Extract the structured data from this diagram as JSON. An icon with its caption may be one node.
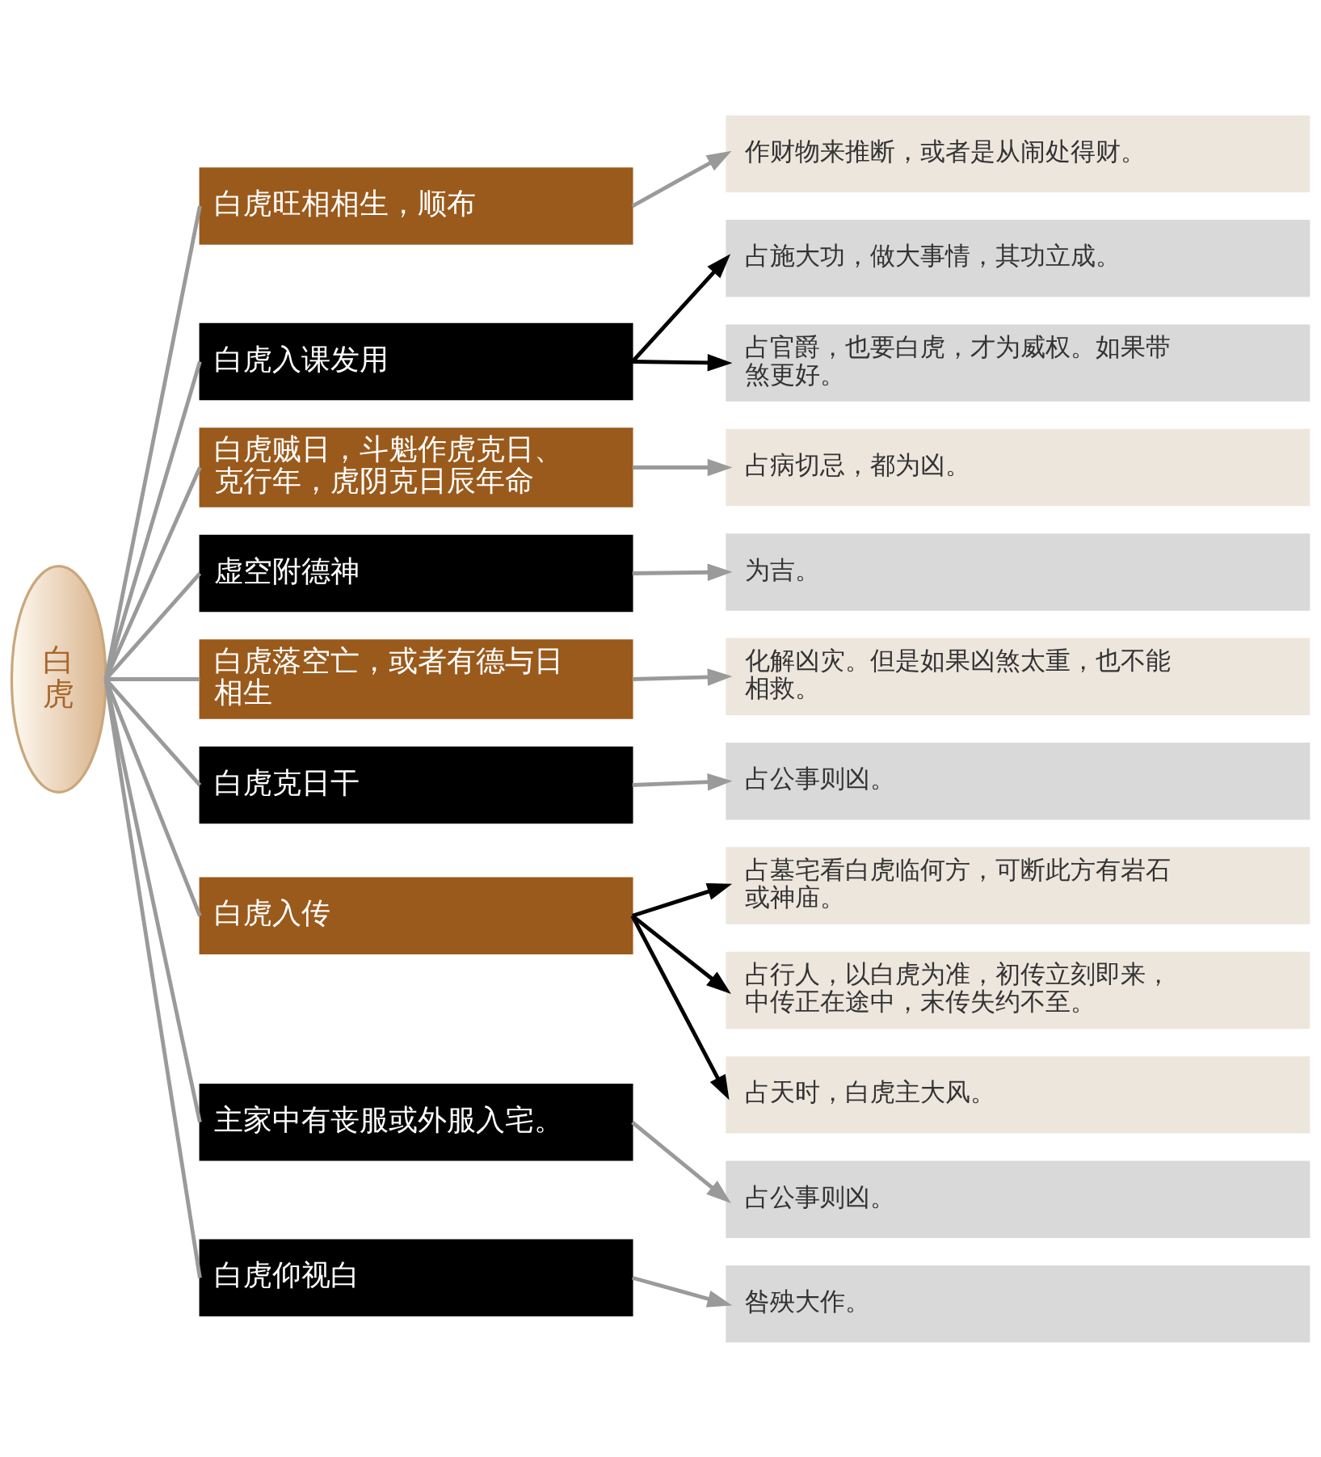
{
  "diagram": {
    "nodes": [
      {
        "text": [
          "白虎"
        ]
      },
      {
        "text": [
          "白虎旺相相生，顺布"
        ]
      },
      {
        "text": [
          "作财物来推断，或者是从闹处得财。"
        ]
      },
      {
        "text": [
          "白虎入课发用"
        ]
      },
      {
        "text": [
          "占施大功，做大事情，其功立成。"
        ]
      },
      {
        "text": [
          "占官爵，也要白虎，才为威权。如果带煞更好。"
        ]
      },
      {
        "text": [
          "白虎贼日，斗魁作虎克日、克行年，虎阴克日辰年命"
        ]
      },
      {
        "text": [
          "占病切忌，都为凶。"
        ]
      },
      {
        "text": [
          "虚空附德神"
        ]
      },
      {
        "text": [
          "为吉。"
        ]
      },
      {
        "text": [
          "白虎落空亡，或者有德与日相生"
        ]
      },
      {
        "text": [
          "化解凶灾。但是如果凶煞太重，也不能相救。"
        ]
      },
      {
        "text": [
          "白虎克日干"
        ]
      },
      {
        "text": [
          "占公事则凶。"
        ]
      },
      {
        "text": [
          "白虎入传"
        ]
      },
      {
        "text": [
          "占墓宅看白虎临何方，可断此方有岩石或神庙。"
        ]
      },
      {
        "text": [
          "占行人，以白虎为准，初传立刻即来，中传正在途中，末传失约不至。"
        ]
      },
      {
        "text": [
          "占天时，白虎主大风。"
        ]
      },
      {
        "text": [
          "主家中有丧服或外服入宅。"
        ]
      },
      {
        "text": [
          "占公事则凶。"
        ]
      },
      {
        "text": [
          "白虎仰视白"
        ]
      },
      {
        "text": [
          "咎殃大作。"
        ]
      }
    ],
    "edges": [
      {
        "from": 0,
        "to": 1,
        "arrow": "none"
      },
      {
        "from": 0,
        "to": 3,
        "arrow": "none"
      },
      {
        "from": 0,
        "to": 6,
        "arrow": "none"
      },
      {
        "from": 0,
        "to": 8,
        "arrow": "none"
      },
      {
        "from": 0,
        "to": 10,
        "arrow": "none"
      },
      {
        "from": 0,
        "to": 12,
        "arrow": "none"
      },
      {
        "from": 0,
        "to": 14,
        "arrow": "none"
      },
      {
        "from": 0,
        "to": 18,
        "arrow": "none"
      },
      {
        "from": 0,
        "to": 20,
        "arrow": "none"
      },
      {
        "from": 1,
        "to": 2,
        "arrow": "to"
      },
      {
        "from": 3,
        "to": 4,
        "arrow": "to",
        "color": "#000000"
      },
      {
        "from": 3,
        "to": 5,
        "arrow": "to",
        "color": "#000000"
      },
      {
        "from": 6,
        "to": 7,
        "arrow": "to"
      },
      {
        "from": 8,
        "to": 9,
        "arrow": "to"
      },
      {
        "from": 10,
        "to": 11,
        "arrow": "to"
      },
      {
        "from": 12,
        "to": 13,
        "arrow": "to"
      },
      {
        "from": 14,
        "to": 15,
        "arrow": "to",
        "color": "#000000"
      },
      {
        "from": 14,
        "to": 16,
        "arrow": "to",
        "color": "#000000"
      },
      {
        "from": 14,
        "to": 17,
        "arrow": "to",
        "color": "#000000"
      },
      {
        "from": 18,
        "to": 19,
        "arrow": "to"
      },
      {
        "from": 20,
        "to": 21,
        "arrow": "to"
      }
    ]
  }
}
